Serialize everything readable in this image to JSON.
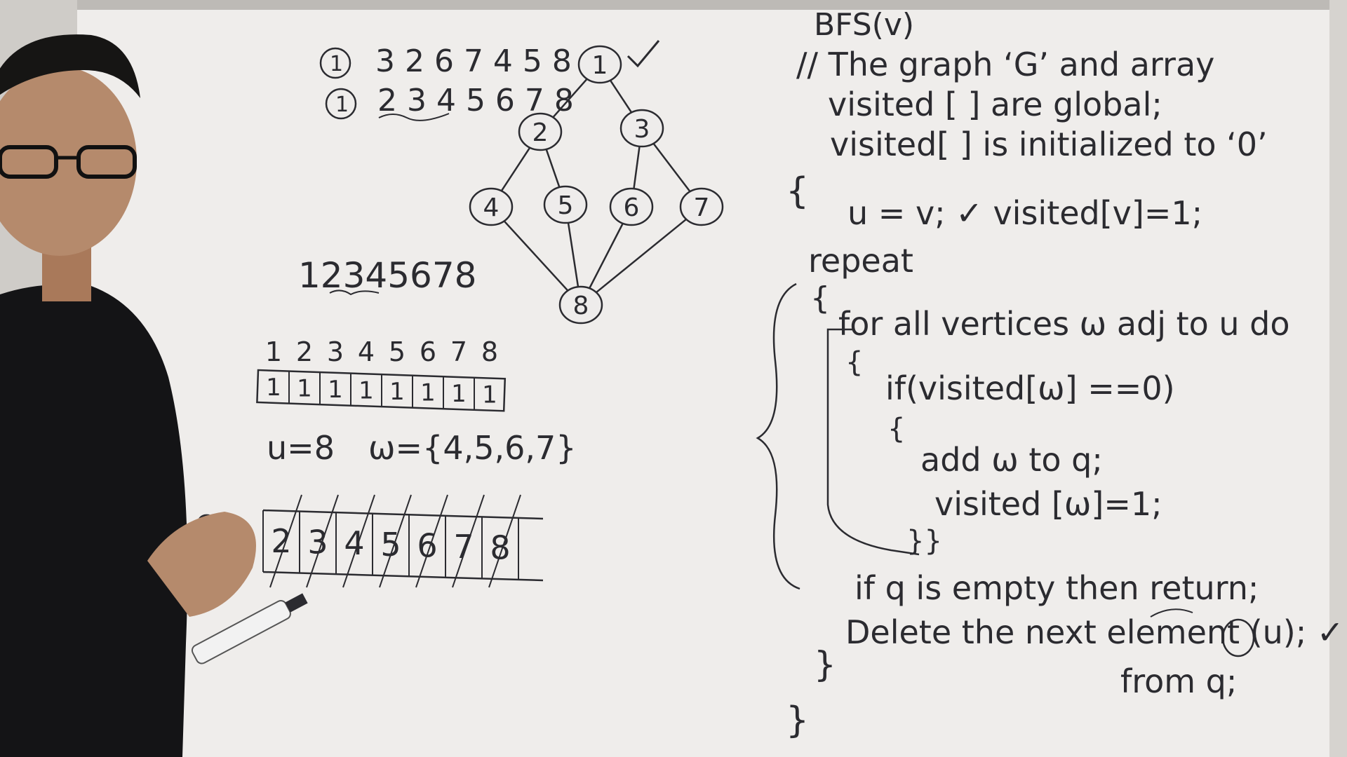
{
  "board": {
    "order_row_1": {
      "start": "1",
      "rest": "3 2 6 7 4 5 8"
    },
    "order_row_2": {
      "start": "1",
      "rest": "2 3 4 5 6 7 8"
    },
    "sequence": "12345678",
    "graph": {
      "nodes": [
        "1",
        "2",
        "3",
        "4",
        "5",
        "6",
        "7",
        "8"
      ],
      "edges": [
        [
          "1",
          "2"
        ],
        [
          "1",
          "3"
        ],
        [
          "2",
          "4"
        ],
        [
          "2",
          "5"
        ],
        [
          "3",
          "6"
        ],
        [
          "3",
          "7"
        ],
        [
          "4",
          "8"
        ],
        [
          "5",
          "8"
        ],
        [
          "6",
          "8"
        ],
        [
          "7",
          "8"
        ]
      ]
    },
    "visited_array": {
      "indices": [
        "1",
        "2",
        "3",
        "4",
        "5",
        "6",
        "7",
        "8"
      ],
      "values": [
        "1",
        "1",
        "1",
        "1",
        "1",
        "1",
        "1",
        "1"
      ]
    },
    "u_value": "u=8",
    "w_set": "ω={4,5,6,7}",
    "queue_label": "Q.",
    "queue_cells": [
      "2",
      "3",
      "4",
      "5",
      "6",
      "7",
      "8"
    ],
    "algorithm": {
      "title": "BFS(v)",
      "comment_1": "// The graph ‘G’ and array",
      "comment_2": "visited [ ] are global;",
      "comment_3": "visited[ ] is initialized to ‘0’",
      "open_brace": "{",
      "init": "u = v; ✓ visited[v]=1;",
      "repeat": "repeat",
      "repeat_open": "{",
      "for_line": "for all vertices ω adj to u do",
      "for_open": "{",
      "if_line": "if(visited[ω] ==0)",
      "if_open": "{",
      "add_line": "add ω to q;",
      "visited_line": "visited [ω]=1;",
      "inner_close": "}}",
      "empty_line": "if q is empty then return;",
      "delete_line": "Delete the next element (u); ✓",
      "from_line": "from q;",
      "repeat_close": "}",
      "close_brace": "}"
    }
  },
  "colors": {
    "ink": "#2b2b30",
    "board": "#eeeceb",
    "shirt": "#141416",
    "skin": "#b58a6c"
  }
}
